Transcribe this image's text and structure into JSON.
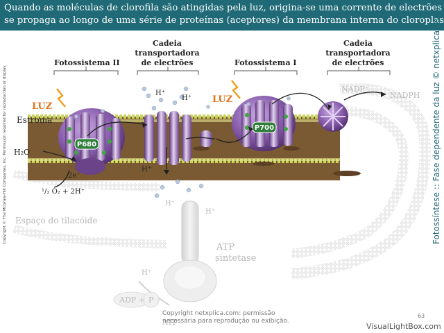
{
  "caption": {
    "line1": "Quando as moléculas de clorofila são atingidas pela luz, origina-se uma corrente de electrões que",
    "line2": "se propaga ao longo de uma série de proteínas (aceptores) da membrana interna do cloroplasto."
  },
  "headers": {
    "ps2": "Fotossistema II",
    "chain1": [
      "Cadeia",
      "transportadora",
      "de electrões"
    ],
    "ps1": "Fotossistema I",
    "chain2": [
      "Cadeia",
      "transportadora",
      "de electrões"
    ]
  },
  "labels": {
    "luz": "LUZ",
    "estroma": "Estroma",
    "p680": "P680",
    "p700": "P700",
    "h_plus": "H⁺",
    "nadp": "NADP⁺",
    "nadph": "NADPH",
    "h2o": "H₂O",
    "two_e": "2e⁻",
    "oxygen": "¹/₂ O₂ + 2H⁺",
    "lumen": "Espaço do tilacóide",
    "atp_synthase": [
      "ATP",
      "sintetase"
    ],
    "adp": "ADP",
    "plus": "+",
    "p": "P",
    "atp": "ATP"
  },
  "side_text": "Fotossíntese :: Fase dependente da luz © netxplica.com",
  "left_copyright": "Copyright © The McGraw-Hill Companies, Inc. Permission required for reproduction or display.",
  "footer": {
    "line1": "Copyright netxplica.com: permissão",
    "line2": "necessária para reprodução ou exibição.",
    "page": "63",
    "brand": "VisualLightBox.com"
  },
  "colors": {
    "caption_bg": "#1f6a76",
    "protein": "#7a4f9a",
    "protein_dark": "#4e2d6a",
    "membrane_brown": "#7a5a32",
    "luz": "#e4731c",
    "pbox": "#2e7d3a"
  }
}
